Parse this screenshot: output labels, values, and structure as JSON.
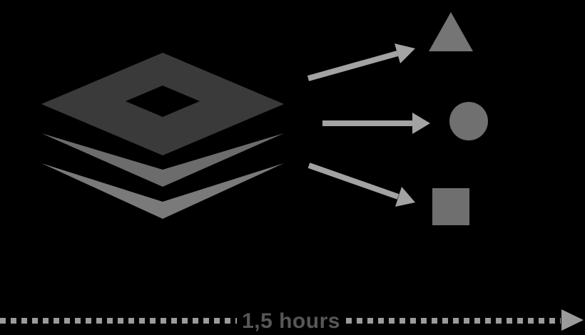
{
  "diagram": {
    "description": "Stack of three layers transforming into three distinct shapes",
    "background_color": "#000000",
    "layers_icon": {
      "name": "layers-icon",
      "layer_count": 3,
      "colors": {
        "top": "#3a3a3a",
        "hole": "#000000",
        "middle": "#6c6c6c",
        "bottom": "#7a7a7a"
      }
    },
    "arrows": [
      {
        "name": "arrow-to-triangle",
        "direction": "up-right"
      },
      {
        "name": "arrow-to-circle",
        "direction": "right"
      },
      {
        "name": "arrow-to-square",
        "direction": "down-right"
      }
    ],
    "arrow_color": "#a3a3a3",
    "shapes": [
      {
        "name": "triangle-shape",
        "type": "triangle",
        "color": "#757575"
      },
      {
        "name": "circle-shape",
        "type": "circle",
        "color": "#707070"
      },
      {
        "name": "square-shape",
        "type": "square",
        "color": "#6f6f6f"
      }
    ]
  },
  "timeline": {
    "label": "1,5 hours",
    "label_color": "#57575a",
    "dash_color": "#9b9b9b",
    "arrowhead_color": "#9b9b9b",
    "style": "dashed",
    "direction": "right"
  }
}
